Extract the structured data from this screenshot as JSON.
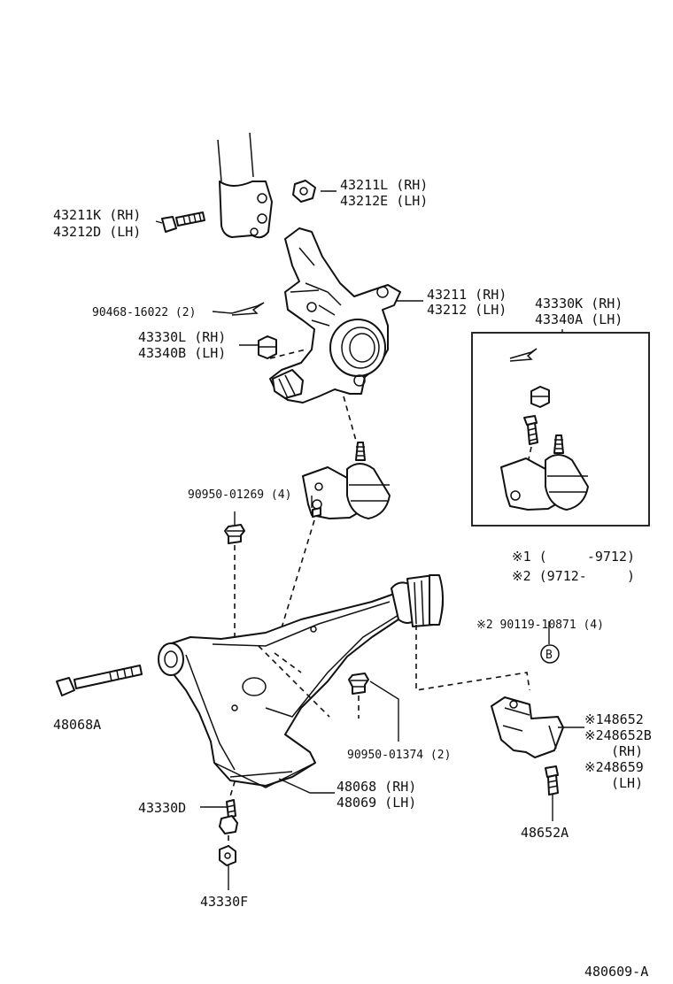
{
  "labels": {
    "p43211L": "43211L (RH)",
    "p43212E": "43212E (LH)",
    "p43211K": "43211K (RH)",
    "p43212D": "43212D (LH)",
    "p43211": "43211 (RH)",
    "p43212": "43212 (LH)",
    "p90468": "90468-16022 (2)",
    "p43330L": "43330L (RH)",
    "p43340B": "43340B (LH)",
    "p43330K": "43330K (RH)",
    "p43340A": "43340A (LH)",
    "p90950_01269": "90950-01269 (4)",
    "note1": "※1 (     -9712)",
    "note2": "※2 (9712-     )",
    "p90119": "※2 90119-10871 (4)",
    "refB": "B",
    "p48068A": "48068A",
    "p90950_01374": "90950-01374 (2)",
    "p148652": "※148652",
    "p248652B": "※248652B",
    "rh": "(RH)",
    "p248659": "※248659",
    "lh": "(LH)",
    "p48068": "48068 (RH)",
    "p48069": "48069 (LH)",
    "p43330D": "43330D",
    "p48652A": "48652A",
    "p43330F": "43330F",
    "diagram_id": "480609-A"
  },
  "colors": {
    "ink": "#111111",
    "paper": "#ffffff"
  }
}
